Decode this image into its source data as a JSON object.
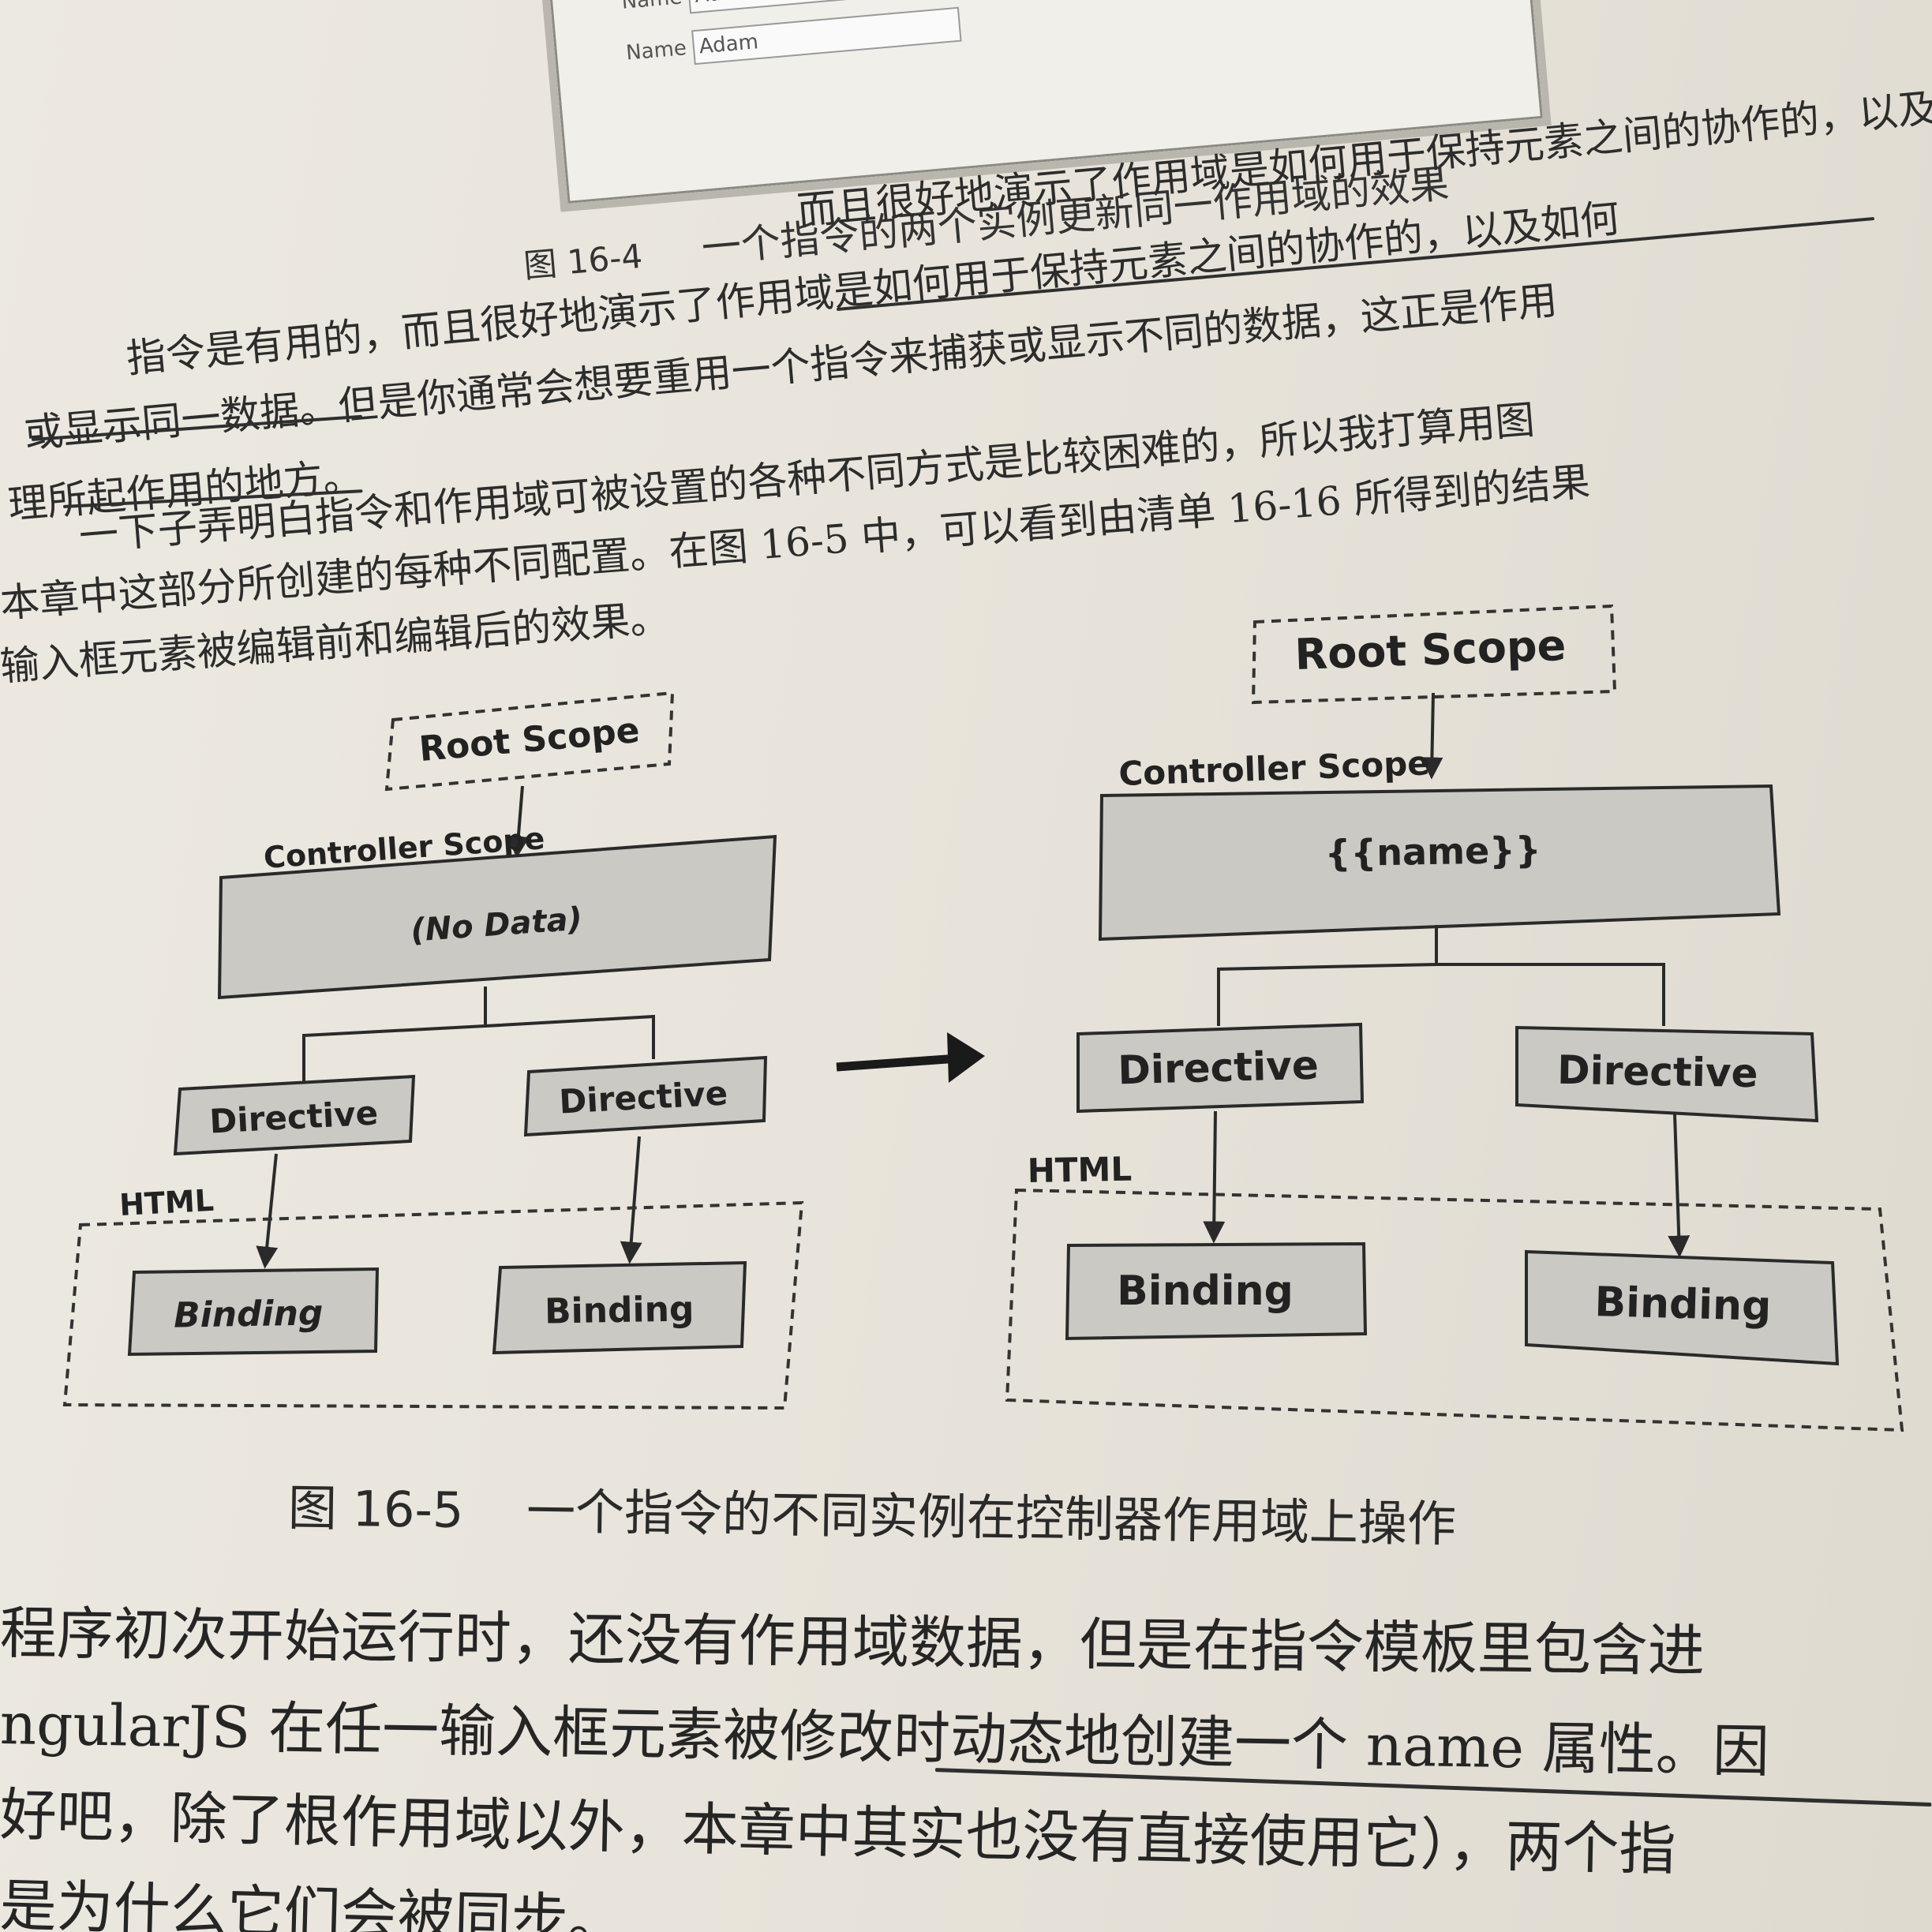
{
  "figure_16_4": {
    "rows": [
      {
        "label": "Name",
        "value": "Adam"
      },
      {
        "label": "Name",
        "value": "Adam"
      }
    ],
    "caption_number": "图 16-4",
    "caption_text": "一个指令的两个实例更新同一作用域的效果"
  },
  "paragraph_upper": [
    "而且很好地演示了作用域是如何用于保持元素之间的协作的，以及如",
    "指令是有用的，而且很好地演示了作用域是如何用于保持元素之间的协作的，以及如何",
    "或显示同一数据。但是你通常会想要重用一个指令来捕获或显示不同的数据，这正是作用",
    "理所起作用的地方。",
    "一下子弄明白指令和作用域可被设置的各种不同方式是比较困难的，所以我打算用图",
    "本章中这部分所创建的每种不同配置。在图 16-5 中，可以看到由清单 16-16 所得到的结果",
    "输入框元素被编辑前和编辑后的效果。"
  ],
  "diagram": {
    "left": {
      "root": "Root Scope",
      "controller_label": "Controller Scope",
      "controller_content": "(No Data)",
      "directives": [
        "Directive",
        "Directive"
      ],
      "html_label": "HTML",
      "bindings": [
        "Binding",
        "Binding"
      ]
    },
    "right": {
      "root": "Root Scope",
      "controller_label": "Controller Scope",
      "controller_content": "{{name}}",
      "directives": [
        "Directive",
        "Directive"
      ],
      "html_label": "HTML",
      "bindings": [
        "Binding",
        "Binding"
      ]
    }
  },
  "figure_16_5": {
    "caption_number": "图 16-5",
    "caption_text": "一个指令的不同实例在控制器作用域上操作"
  },
  "paragraph_lower": [
    "程序初次开始运行时，还没有作用域数据，但是在指令模板里包含进",
    "ngularJS 在任一输入框元素被修改时动态地创建一个 name 属性。因",
    "好吧，除了根作用域以外，本章中其实也没有直接使用它），两个指",
    "是为什么它们会被同步。"
  ]
}
